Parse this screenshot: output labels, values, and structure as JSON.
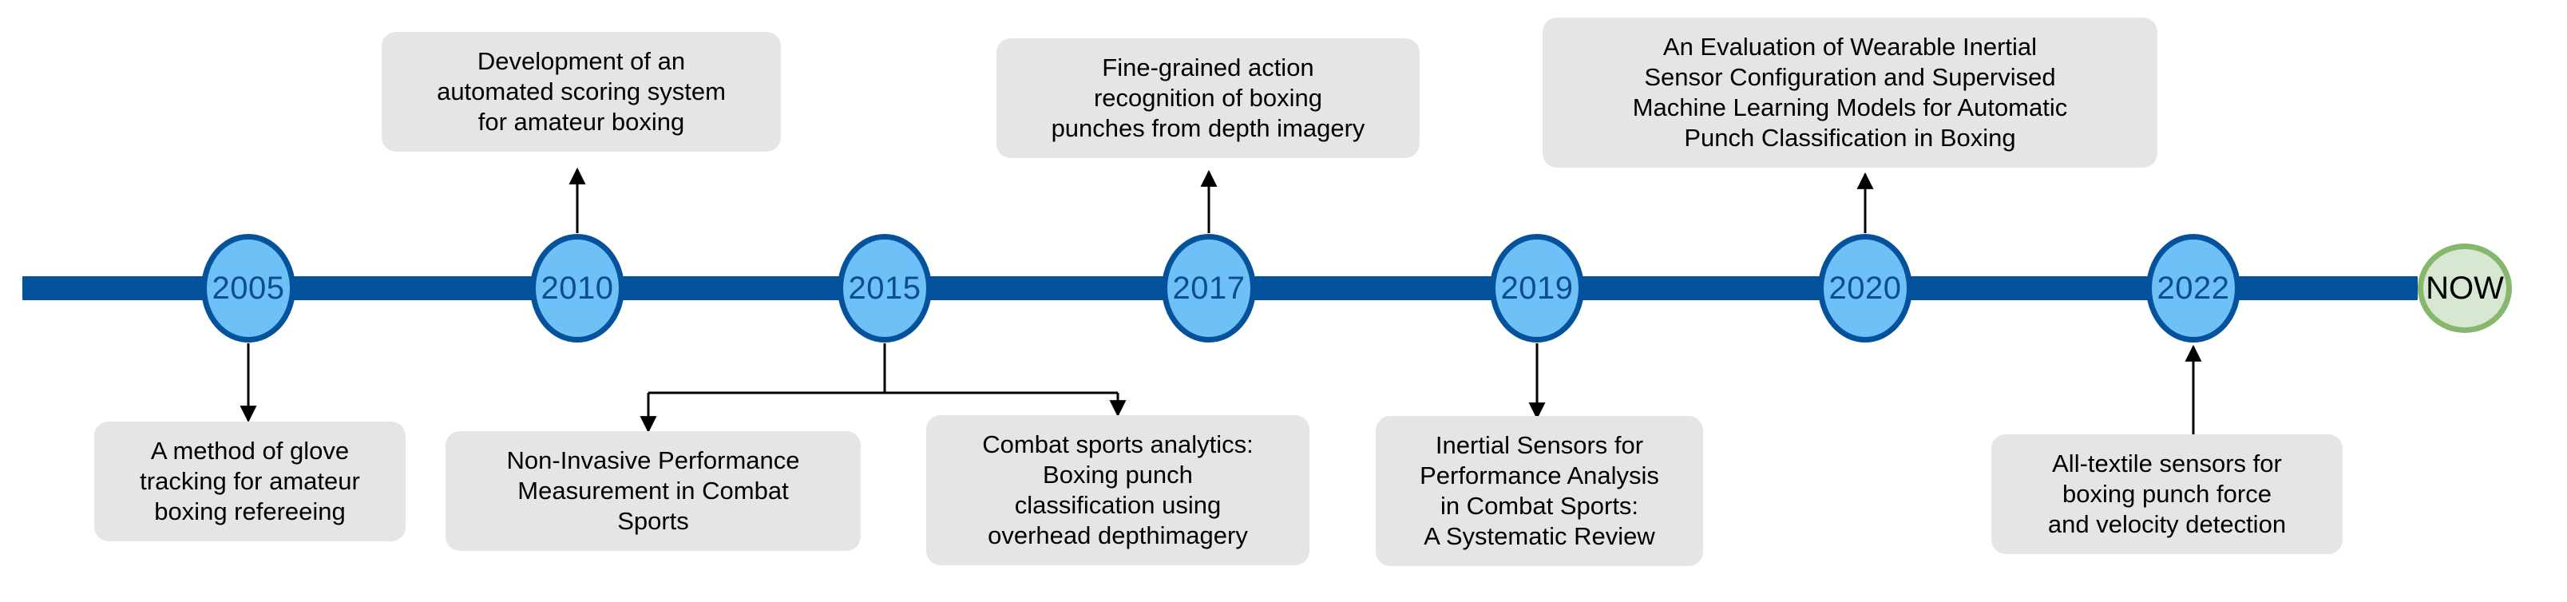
{
  "diagram": {
    "title_text": "",
    "colors": {
      "spine": "#04519C",
      "node_fill": "#6EC1F6",
      "node_border": "#04519C",
      "node_text": "#0D4C91",
      "now_fill": "#D7E7D2",
      "now_border": "#86B76D",
      "card_fill": "#E5E5E5",
      "card_text": "#000000",
      "connector": "#000000"
    },
    "nodes": [
      {
        "label": "2005"
      },
      {
        "label": "2010"
      },
      {
        "label": "2015"
      },
      {
        "label": "2017"
      },
      {
        "label": "2019"
      },
      {
        "label": "2020"
      },
      {
        "label": "2022"
      },
      {
        "label": "NOW"
      }
    ],
    "cards": [
      {
        "id": "card-2005",
        "year": "2005",
        "position": "below",
        "text": "A method of glove\ntracking for amateur\nboxing refereeing"
      },
      {
        "id": "card-2010",
        "year": "2010",
        "position": "above",
        "text": "Development of an\nautomated scoring system\nfor amateur boxing"
      },
      {
        "id": "card-2015-left",
        "year": "2015",
        "position": "below",
        "text": "Non-Invasive Performance\nMeasurement in Combat\nSports"
      },
      {
        "id": "card-2015-right",
        "year": "2015",
        "position": "below",
        "text": "Combat sports analytics:\nBoxing punch\nclassification using\noverhead depthimagery"
      },
      {
        "id": "card-2017",
        "year": "2017",
        "position": "above",
        "text": "Fine-grained action\nrecognition of boxing\npunches from depth imagery"
      },
      {
        "id": "card-2019",
        "year": "2019",
        "position": "below",
        "text": "Inertial Sensors for\nPerformance Analysis\nin Combat Sports:\nA Systematic Review"
      },
      {
        "id": "card-2020",
        "year": "2020",
        "position": "above",
        "text": "An Evaluation of Wearable Inertial\nSensor Configuration and Supervised\nMachine Learning Models for Automatic\nPunch Classification in Boxing"
      },
      {
        "id": "card-2022",
        "year": "2022",
        "position": "below",
        "text": "All-textile sensors for\nboxing punch force\nand velocity detection"
      }
    ]
  }
}
